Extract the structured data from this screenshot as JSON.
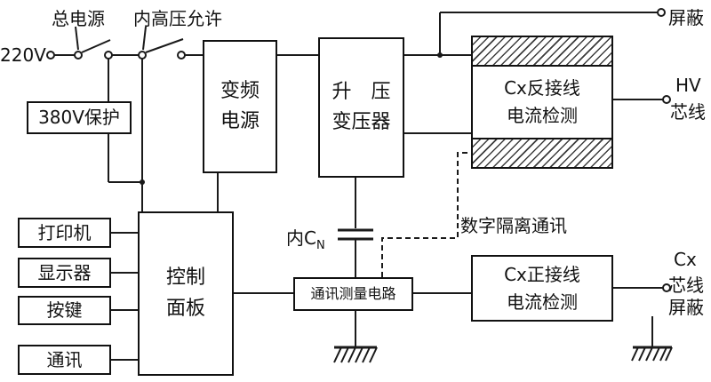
{
  "top": {
    "v220": "220V",
    "main_power": "总电源",
    "hv_permit": "内高压允许",
    "shield": "屏蔽"
  },
  "blocks": {
    "protection": "380V保护",
    "vf_power": [
      "变频",
      "电源"
    ],
    "transformer": [
      "升　压",
      "变压器"
    ],
    "cx_reverse": [
      "Cx反接线",
      "电流检测"
    ],
    "control_panel": [
      "控制",
      "面板"
    ],
    "printer": "打印机",
    "display": "显示器",
    "keys": "按键",
    "comm": "通讯",
    "comm_measure": "通讯测量电路",
    "cx_forward": [
      "Cx正接线",
      "电流检测"
    ]
  },
  "right": {
    "hv": "HV",
    "hv_core": "芯线",
    "cx": "Cx",
    "cx_core": "芯线",
    "cx_shield": "屏蔽"
  },
  "annotations": {
    "inner_cap": "内C",
    "inner_cap_sub": "N",
    "digital_isolation": "数字隔离通讯"
  },
  "colors": {
    "line": "#1a1a1a"
  }
}
